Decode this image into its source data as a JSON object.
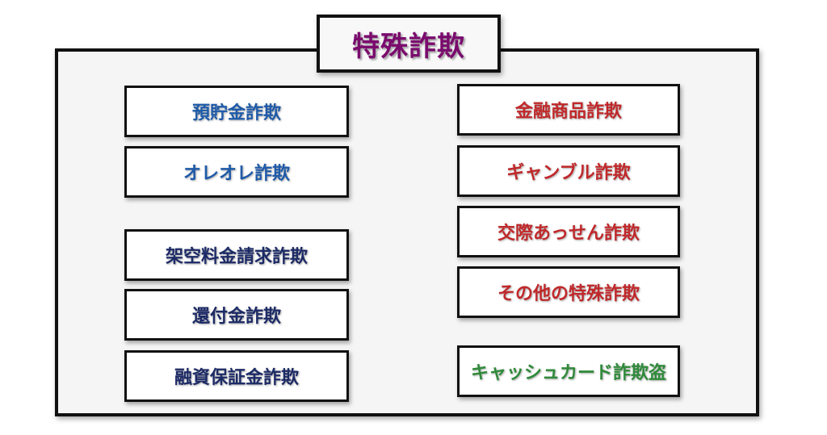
{
  "title": "特殊詐欺",
  "colors": {
    "title": "#7a0b6d",
    "blue": "#1e5aa8",
    "navy": "#1c2a66",
    "red": "#c0282a",
    "green": "#2f8a3a"
  },
  "left_column": [
    {
      "label": "預貯金詐欺",
      "color": "blue"
    },
    {
      "label": "オレオレ詐欺",
      "color": "blue"
    },
    {
      "label": "架空料金請求詐欺",
      "color": "navy"
    },
    {
      "label": "還付金詐欺",
      "color": "navy"
    },
    {
      "label": "融資保証金詐欺",
      "color": "navy"
    }
  ],
  "right_column": [
    {
      "label": "金融商品詐欺",
      "color": "red"
    },
    {
      "label": "ギャンブル詐欺",
      "color": "red"
    },
    {
      "label": "交際あっせん詐欺",
      "color": "red"
    },
    {
      "label": "その他の特殊詐欺",
      "color": "red"
    },
    {
      "label": "キャッシュカード詐欺盗",
      "color": "green"
    }
  ]
}
